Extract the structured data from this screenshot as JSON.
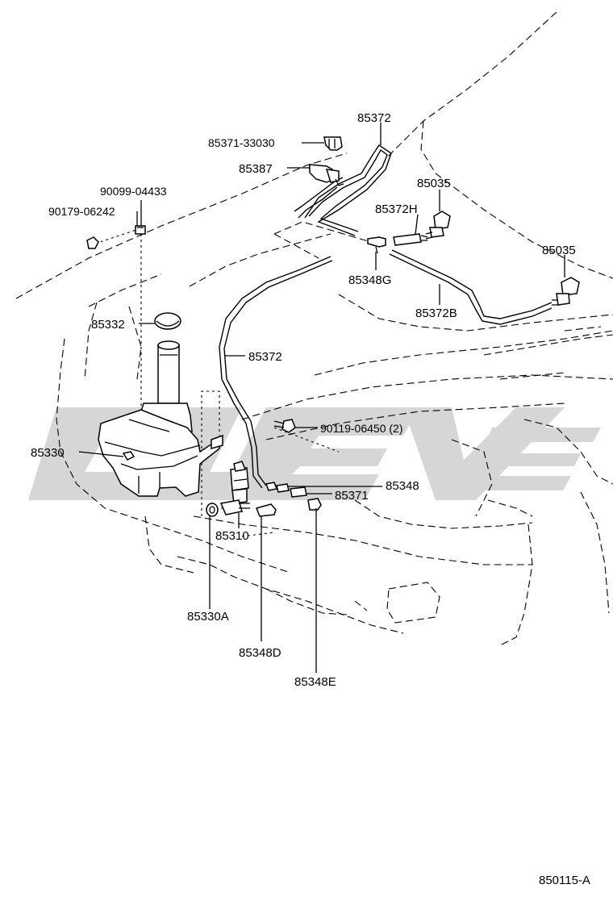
{
  "diagram_id": "850115-A",
  "watermark": "CLEVER",
  "part_labels": {
    "p85372_top": "85372",
    "p85371_33030": "85371-33030",
    "p85387": "85387",
    "p90099": "90099-04433",
    "p90179": "90179-06242",
    "p85035_a": "85035",
    "p85372H": "85372H",
    "p85348G": "85348G",
    "p85035_b": "85035",
    "p85372B": "85372B",
    "p85332": "85332",
    "p85372_mid": "85372",
    "p90119": "90119-06450 (2)",
    "p85330": "85330",
    "p85348": "85348",
    "p85371": "85371",
    "p85310": "85310",
    "p85330A": "85330A",
    "p85348D": "85348D",
    "p85348E": "85348E"
  },
  "colors": {
    "line": "#000000",
    "watermark": "#d4d4d4",
    "background": "#ffffff"
  }
}
